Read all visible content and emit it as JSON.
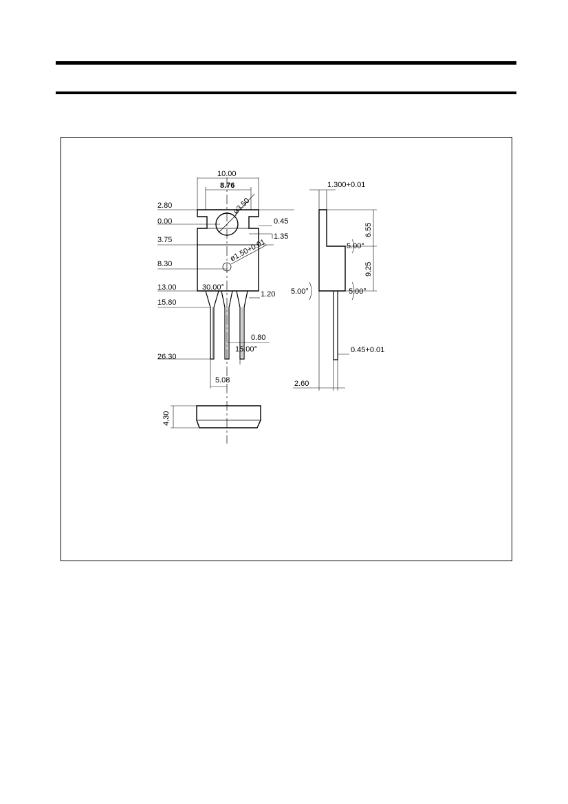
{
  "dims": {
    "body_width": "10.00",
    "tab_width": "8.76",
    "hole_dia": "ø3.50",
    "y_280": "2.80",
    "y_000": "0.00",
    "notch": "0.45",
    "notch_depth": "1.35",
    "y_375": "3.75",
    "small_hole": "ø1.50+0.01",
    "y_830": "8.30",
    "y_1300": "13.00",
    "angle_30": "30.00°",
    "lead_step": "1.20",
    "y_1580": "15.80",
    "lead_width": "0.80",
    "angle_15": "15.00°",
    "y_2630": "26.30",
    "pitch": "5.08",
    "thickness_body": "4.30",
    "tab_thickness": "1.300+0.01",
    "tab_height": "6.55",
    "angle_5a": "5.00°",
    "body_height": "9.25",
    "angle_5b": "5.00°",
    "angle_5c": "5.00°",
    "lead_thickness": "0.45+0.01",
    "side_thickness": "2.60"
  }
}
